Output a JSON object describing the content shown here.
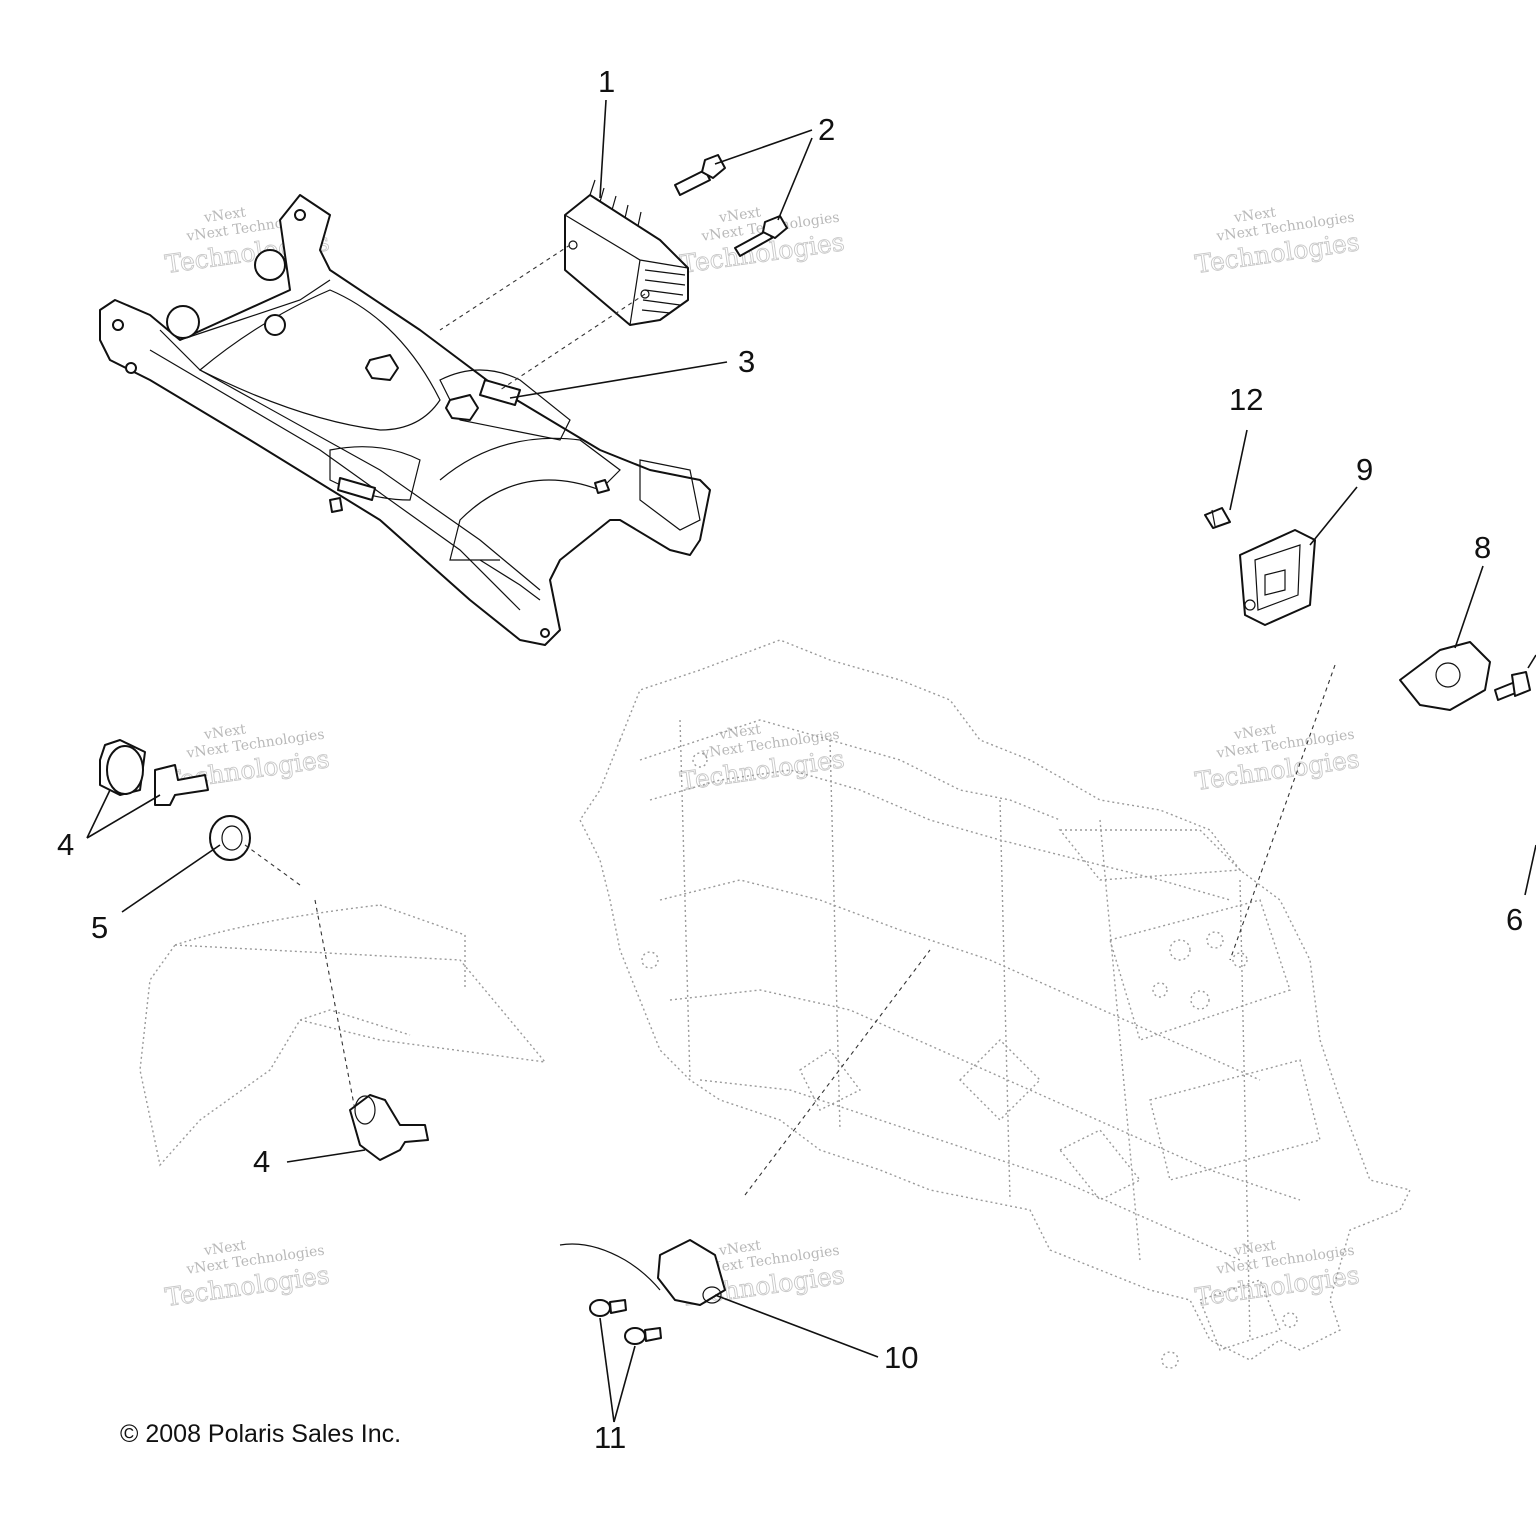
{
  "callouts": {
    "c1": "1",
    "c2": "2",
    "c3": "3",
    "c4a": "4",
    "c4b": "4",
    "c5": "5",
    "c6": "6",
    "c8": "8",
    "c9": "9",
    "c10": "10",
    "c11": "11",
    "c12": "12"
  },
  "watermark": {
    "line1": "vNext",
    "line2": "vNext Technologies",
    "line3": "Technologies"
  },
  "copyright": "© 2008 Polaris Sales Inc."
}
